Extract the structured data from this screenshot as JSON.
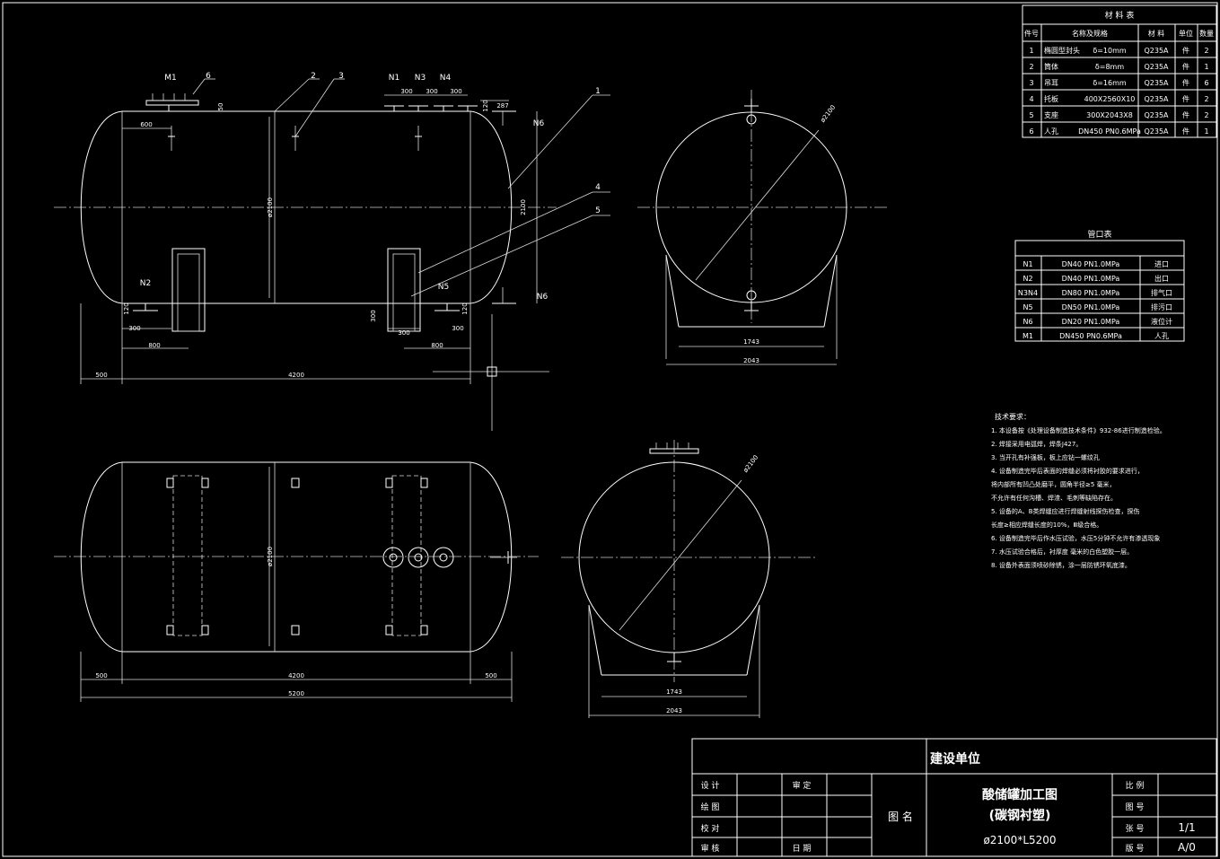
{
  "materials": {
    "title": "材 料 表",
    "headers": [
      "件号",
      "名称及规格",
      "材 料",
      "单位",
      "数量"
    ],
    "rows": [
      {
        "no": "1",
        "name": "椭圆型封头",
        "spec": "δ=10mm",
        "material": "Q235A",
        "unit": "件",
        "qty": "2"
      },
      {
        "no": "2",
        "name": "筒体",
        "spec": "δ=8mm",
        "material": "Q235A",
        "unit": "件",
        "qty": "1"
      },
      {
        "no": "3",
        "name": "吊耳",
        "spec": "δ=16mm",
        "material": "Q235A",
        "unit": "件",
        "qty": "6"
      },
      {
        "no": "4",
        "name": "托板",
        "spec": "400X2560X10",
        "material": "Q235A",
        "unit": "件",
        "qty": "2"
      },
      {
        "no": "5",
        "name": "支座",
        "spec": "300X2043X8",
        "material": "Q235A",
        "unit": "件",
        "qty": "2"
      },
      {
        "no": "6",
        "name": "人孔",
        "spec": "DN450 PN0.6MPa",
        "material": "Q235A",
        "unit": "件",
        "qty": "1"
      }
    ]
  },
  "nozzles": {
    "title": "管口表",
    "rows": [
      {
        "id": "N1",
        "spec": "DN40 PN1.0MPa",
        "use": "进口"
      },
      {
        "id": "N2",
        "spec": "DN40 PN1.0MPa",
        "use": "出口"
      },
      {
        "id": "N3N4",
        "spec": "DN80 PN1.0MPa",
        "use": "排气口"
      },
      {
        "id": "N5",
        "spec": "DN50 PN1.0MPa",
        "use": "排污口"
      },
      {
        "id": "N6",
        "spec": "DN20 PN1.0MPa",
        "use": "液位计"
      },
      {
        "id": "M1",
        "spec": "DN450 PN0.6MPa",
        "use": "人孔"
      }
    ]
  },
  "notes": {
    "title": "技术要求：",
    "items": [
      "1. 本设备按《处理设备制造技术条件》932-86进行制造检验。",
      "2. 焊接采用电弧焊，焊条J427。",
      "3. 当开孔有补强板，板上应钻一螺纹孔",
      "4. 设备制造完毕后表面的焊缝必须将衬胶的要求进行，",
      "   将内部所有凹凸处磨平，圆角半径≥5 毫米，",
      "   不允许有任何沟槽、焊渣、毛刺等缺陷存在。",
      "5. 设备的A、B类焊缝应进行焊缝射线探伤检查，探伤",
      "   长度≥相应焊缝长度的10%，Ⅲ级合格。",
      "6. 设备制造完毕后作水压试验，水压5分钟不允许有渗透现象",
      "7. 水压试验合格后，衬厚度  毫米的白色塑胶一层。",
      "8. 设备外表面须喷砂除锈，涂一层防锈环氧底漆。"
    ]
  },
  "titleblock": {
    "client": "建设单位",
    "design": "设 计",
    "drawing": "绘 图",
    "check": "校 对",
    "review": "审 核",
    "approve": "审 定",
    "date": "日 期",
    "name_label": "图 名",
    "name1": "酸储罐加工图",
    "name2": "(碳钢衬塑)",
    "size": "ø2100*L5200",
    "scale": "比 例",
    "drawing_no": "图 号",
    "sheet": "张 号",
    "sheet_val": "1/1",
    "version": "版 号",
    "version_val": "A/0"
  },
  "labels": {
    "m1": "M1",
    "n1": "N1",
    "n2": "N2",
    "n3": "N3",
    "n4": "N4",
    "n5": "N5",
    "n6a": "N6",
    "n6b": "N6",
    "p1": "1",
    "p2": "2",
    "p3": "3",
    "p4": "4",
    "p5": "5",
    "p6": "6"
  },
  "dims": {
    "d600": "600",
    "d50": "50",
    "d300a": "300",
    "d300b": "300",
    "d300c": "300",
    "d287": "287",
    "d120a": "120",
    "d2100v": "2100",
    "dia2100": "ø2100",
    "d120b": "120",
    "d300l": "300",
    "d800l": "800",
    "d300m": "300",
    "d300n": "300",
    "d800r": "800",
    "d120c": "120",
    "d300r": "300",
    "d500": "500",
    "d4200": "4200",
    "d1743a": "1743",
    "d2043a": "2043",
    "diaR": "ø2100",
    "dia2100p": "ø2100",
    "d500b": "500",
    "d4200b": "4200",
    "d500c": "500",
    "d5200": "5200",
    "diaR2": "ø2100",
    "d1743b": "1743",
    "d2043b": "2043"
  }
}
